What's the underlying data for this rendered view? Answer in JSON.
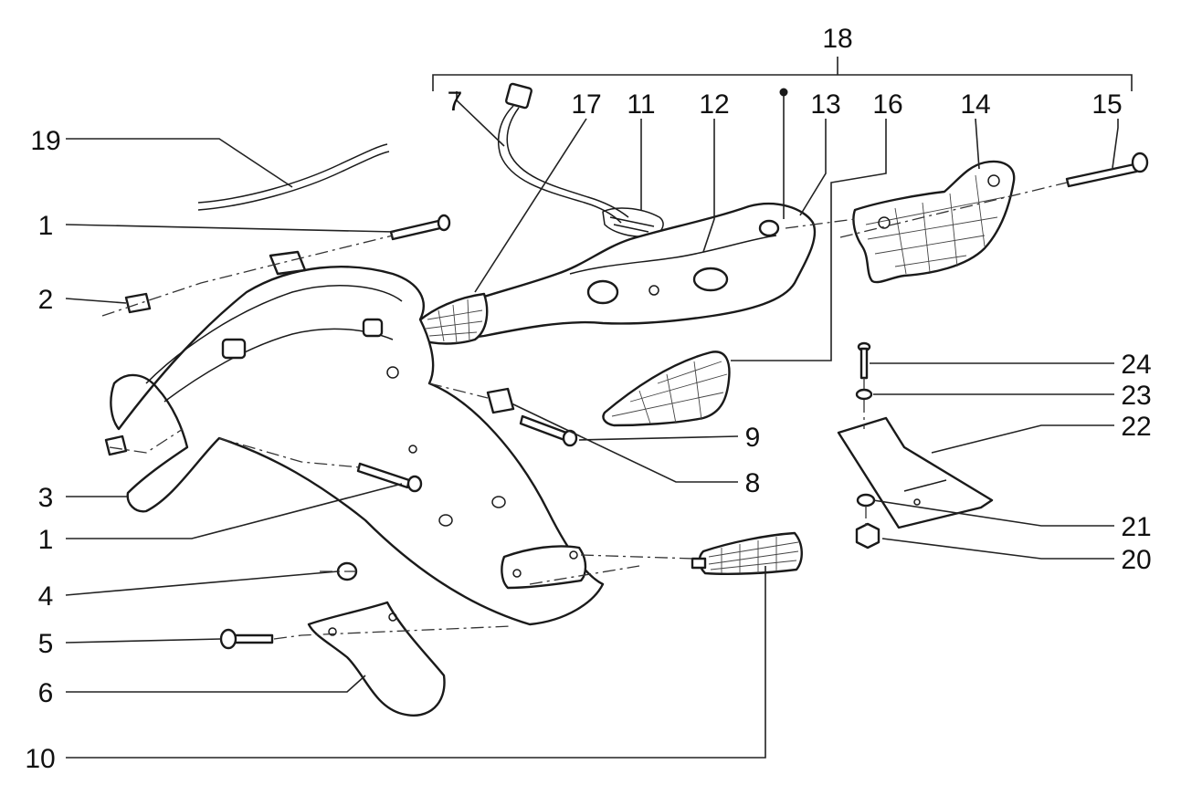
{
  "callouts": {
    "c1a": "1",
    "c1b": "1",
    "c2": "2",
    "c3": "3",
    "c4": "4",
    "c5": "5",
    "c6": "6",
    "c7": "7",
    "c8": "8",
    "c9": "9",
    "c10": "10",
    "c11": "11",
    "c12": "12",
    "c13": "13",
    "c14": "14",
    "c15": "15",
    "c16": "16",
    "c17": "17",
    "c18": "18",
    "c19": "19",
    "c20": "20",
    "c21": "21",
    "c22": "22",
    "c23": "23",
    "c24": "24"
  },
  "colors": {
    "line": "#1a1a1a",
    "background": "#ffffff"
  }
}
